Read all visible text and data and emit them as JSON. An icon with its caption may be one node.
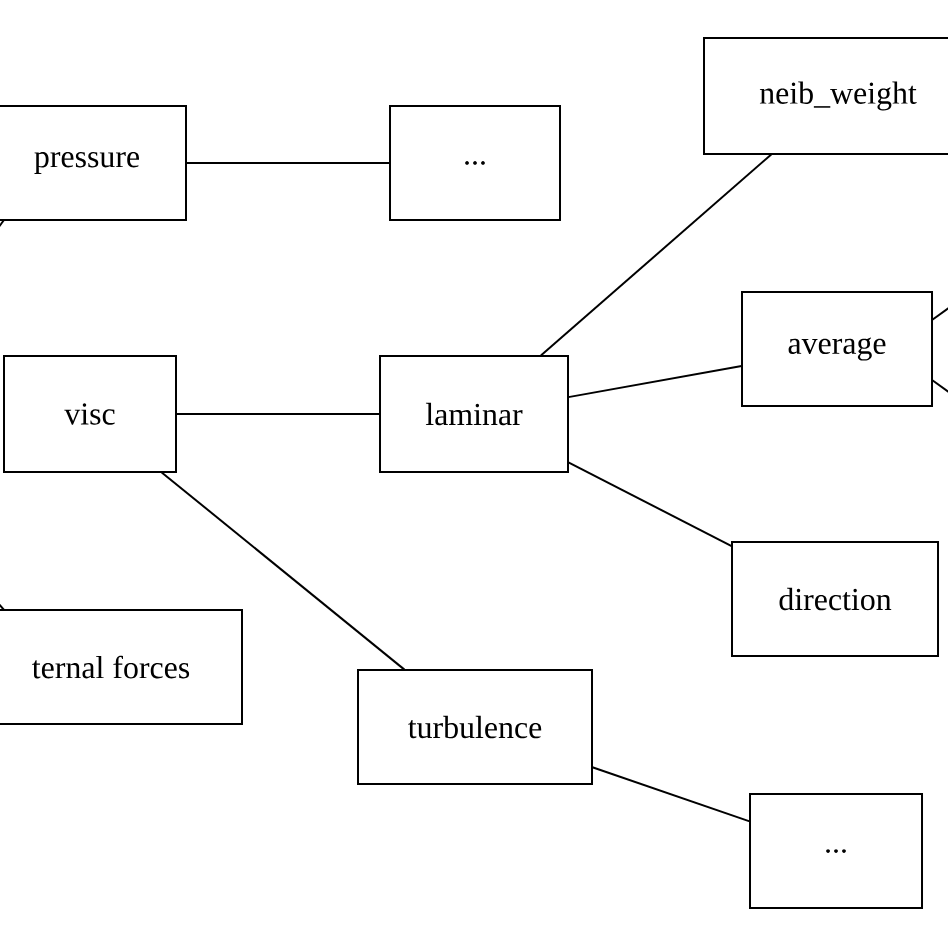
{
  "diagram": {
    "nodes": [
      {
        "text": [
          "pressure"
        ]
      },
      {
        "text": [
          "..."
        ]
      },
      {
        "text": [
          "neib_weight"
        ]
      },
      {
        "text": [
          "visc"
        ]
      },
      {
        "text": [
          "laminar"
        ]
      },
      {
        "text": [
          "average"
        ]
      },
      {
        "text": [
          "direction"
        ]
      },
      {
        "text": [
          "ternal forces"
        ]
      },
      {
        "text": [
          "turbulence"
        ]
      },
      {
        "text": [
          "..."
        ]
      }
    ],
    "edges": [
      {
        "from": null,
        "to": 0,
        "arrow": "none"
      },
      {
        "from": 0,
        "to": 1,
        "arrow": "none"
      },
      {
        "from": 4,
        "to": 2,
        "arrow": "none"
      },
      {
        "from": 3,
        "to": 4,
        "arrow": "none"
      },
      {
        "from": 4,
        "to": 5,
        "arrow": "none"
      },
      {
        "from": 5,
        "to": null,
        "arrow": "none"
      },
      {
        "from": 5,
        "to": null,
        "arrow": "none"
      },
      {
        "from": 4,
        "to": 6,
        "arrow": "none"
      },
      {
        "from": null,
        "to": 7,
        "arrow": "none"
      },
      {
        "from": 3,
        "to": 8,
        "arrow": "none"
      },
      {
        "from": 8,
        "to": 9,
        "arrow": "none"
      }
    ]
  }
}
